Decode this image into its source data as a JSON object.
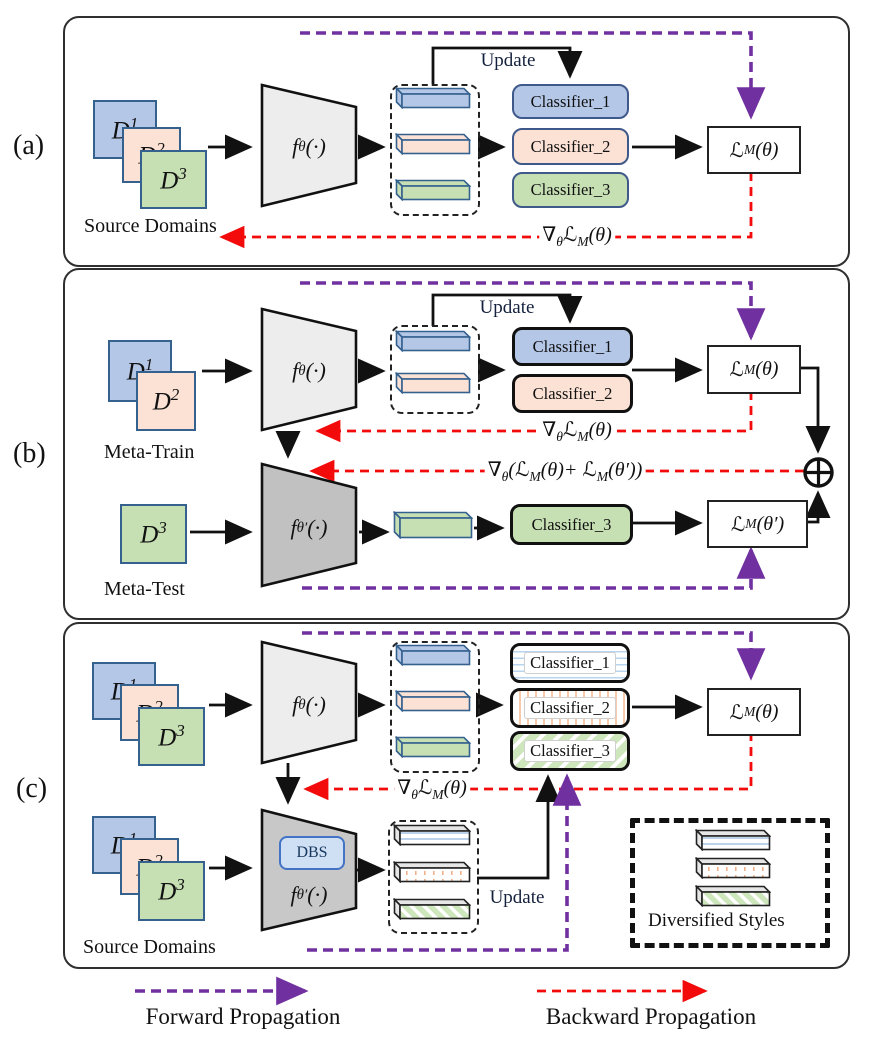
{
  "colors": {
    "forward_purple": "#7030a0",
    "backward_red": "#f30b0b",
    "domain_blue": "#b4c7e7",
    "domain_peach": "#fbe2d5",
    "domain_green": "#c6e0b4",
    "square_border": "#35618f",
    "classifier_border_a": "#3f5a8a",
    "wire_black": "#111111",
    "encoder_fill_light": "#ededed",
    "encoder_fill_dark": "#c2c1c1",
    "dbs_fill": "#cfe0f4",
    "dbs_border": "#4472c4"
  },
  "panels": {
    "a": {
      "label": "(a)",
      "domains": [
        "D^{1}",
        "D^{2}",
        "D^{3}"
      ],
      "caption": "Source Domains",
      "encoder": "f_{θ}(·)",
      "update": "Update",
      "classifiers": [
        "Classifier_1",
        "Classifier_2",
        "Classifier_3"
      ],
      "loss": "ℒ_{M}(θ)",
      "gradient": "∇_{θ}ℒ_{M}(θ)"
    },
    "b": {
      "label": "(b)",
      "train_domains": [
        "D^{1}",
        "D^{2}"
      ],
      "train_caption": "Meta-Train",
      "test_domain": "D^{3}",
      "test_caption": "Meta-Test",
      "encoder_train": "f_{θ}(·)",
      "encoder_test": "f_{θ′}(·)",
      "update": "Update",
      "classifiers_train": [
        "Classifier_1",
        "Classifier_2"
      ],
      "classifier_test": "Classifier_3",
      "loss_train": "ℒ_{M}(θ)",
      "loss_test": "ℒ_{M}(θ′)",
      "gradient_train": "∇_{θ}ℒ_{M}(θ)",
      "gradient_combined": "∇_{θ}(ℒ_{M}(θ)+ ℒ_{M}(θ′))"
    },
    "c": {
      "label": "(c)",
      "domains": [
        "D^{1}",
        "D^{2}",
        "D^{3}"
      ],
      "caption": "Source Domains",
      "encoder": "f_{θ}(·)",
      "encoder_stylized": "f_{θ′}(·)",
      "dbs": "DBS",
      "update": "Update",
      "classifiers": [
        "Classifier_1",
        "Classifier_2",
        "Classifier_3"
      ],
      "loss": "ℒ_{M}(θ)",
      "gradient": "∇_{θ}ℒ_{M}(θ)",
      "styles_legend": "Diversified Styles"
    }
  },
  "legend": {
    "forward": "Forward Propagation",
    "backward": "Backward Propagation"
  }
}
